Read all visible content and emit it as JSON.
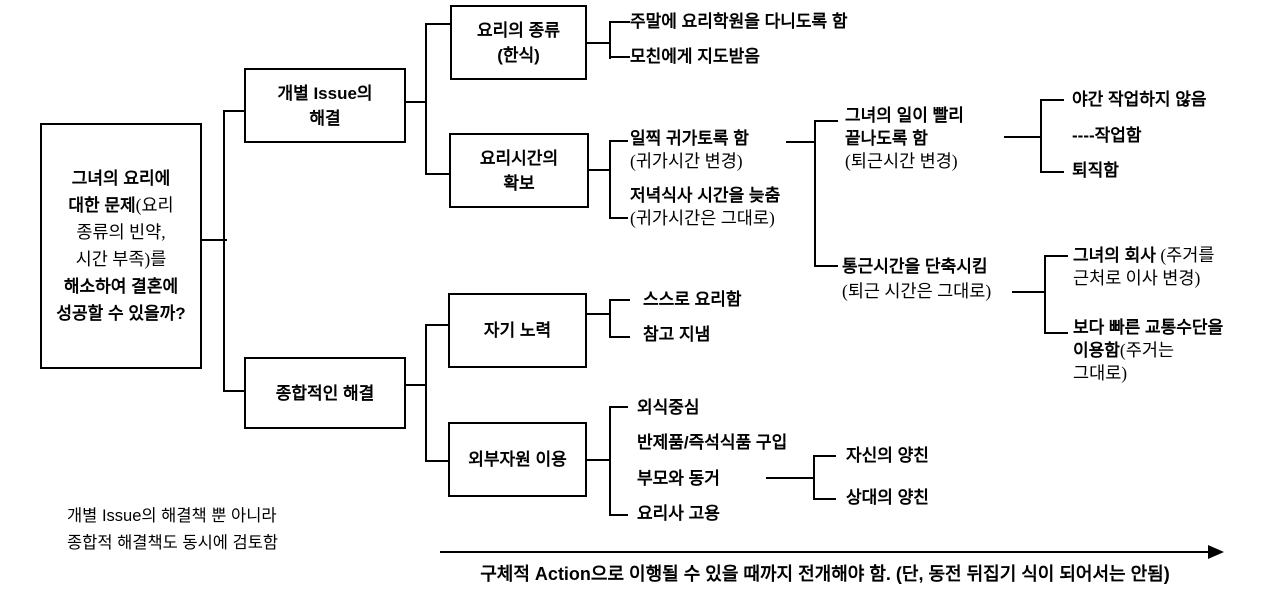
{
  "canvas": {
    "background": "#ffffff",
    "line_color": "#000000",
    "text_color": "#000000"
  },
  "diagram": {
    "root": {
      "line1": "그녀의 요리에",
      "line2_bold": "대한 문제",
      "line2_serif": "(요리",
      "line3": "종류의 빈약,",
      "line4": "시간 부족)를",
      "line5": "해소하여 결혼에",
      "line6": "성공할 수 있을까?"
    },
    "branches": {
      "individual_issue": {
        "line1": "개별 Issue의",
        "line2": "해결"
      },
      "comprehensive": {
        "line1": "종합적인 해결"
      },
      "cooking_type": {
        "line1": "요리의 종류",
        "line2": "(한식)"
      },
      "cooking_time": {
        "line1": "요리시간의",
        "line2": "확보"
      },
      "self_effort": {
        "line1": "자기 노력"
      },
      "external_resources": {
        "line1": "외부자원 이용"
      }
    },
    "leaves": {
      "weekend_academy": {
        "text": "주말에 요리학원을 다니도록 함"
      },
      "mother_guidance": {
        "text": "모친에게 지도받음"
      },
      "early_return": {
        "main": "일찍 귀가토록 함",
        "sub": "(귀가시간 변경)"
      },
      "late_dinner": {
        "main": "저녁식사 시간을 늦춤",
        "sub": "(귀가시간은 그대로)"
      },
      "finish_work_early": {
        "main1": "그녀의 일이 빨리",
        "main2": "끝나도록 함",
        "sub": "(퇴근시간 변경)"
      },
      "no_night_work": {
        "text": "야간 작업하지 않음"
      },
      "dashed_work": {
        "text": "----작업함"
      },
      "resign": {
        "text": "퇴직함"
      },
      "shorten_commute": {
        "main": "통근시간을 단축시킴",
        "sub": "(퇴근 시간은 그대로)"
      },
      "her_company": {
        "main": "그녀의 회사",
        "sub1": " (주거를",
        "sub2": "근처로 이사 변경)"
      },
      "faster_transport": {
        "main1": "보다 빠른 교통수단을",
        "main2": "이용함",
        "sub2": "(주거는",
        "sub3": "그대로)"
      },
      "self_cooking": {
        "text": "스스로 요리함"
      },
      "endure": {
        "text": "참고 지냄"
      },
      "eating_out": {
        "text": "외식중심"
      },
      "semi_prepared_food": {
        "text": "반제품/즉석식품 구입"
      },
      "live_with_parents": {
        "text": "부모와 동거"
      },
      "hire_cook": {
        "text": "요리사 고용"
      },
      "own_parents": {
        "text": "자신의 양친"
      },
      "partner_parents": {
        "text": "상대의 양친"
      }
    },
    "footer": {
      "note_line1": "개별 Issue의 해결책 뿐 아니라",
      "note_line2": "종합적 해결책도 동시에 검토함",
      "arrow_caption": "구체적 Action으로 이행될 수 있을 때까지 전개해야 함. (단, 동전 뒤집기 식이 되어서는 안됨)"
    }
  }
}
